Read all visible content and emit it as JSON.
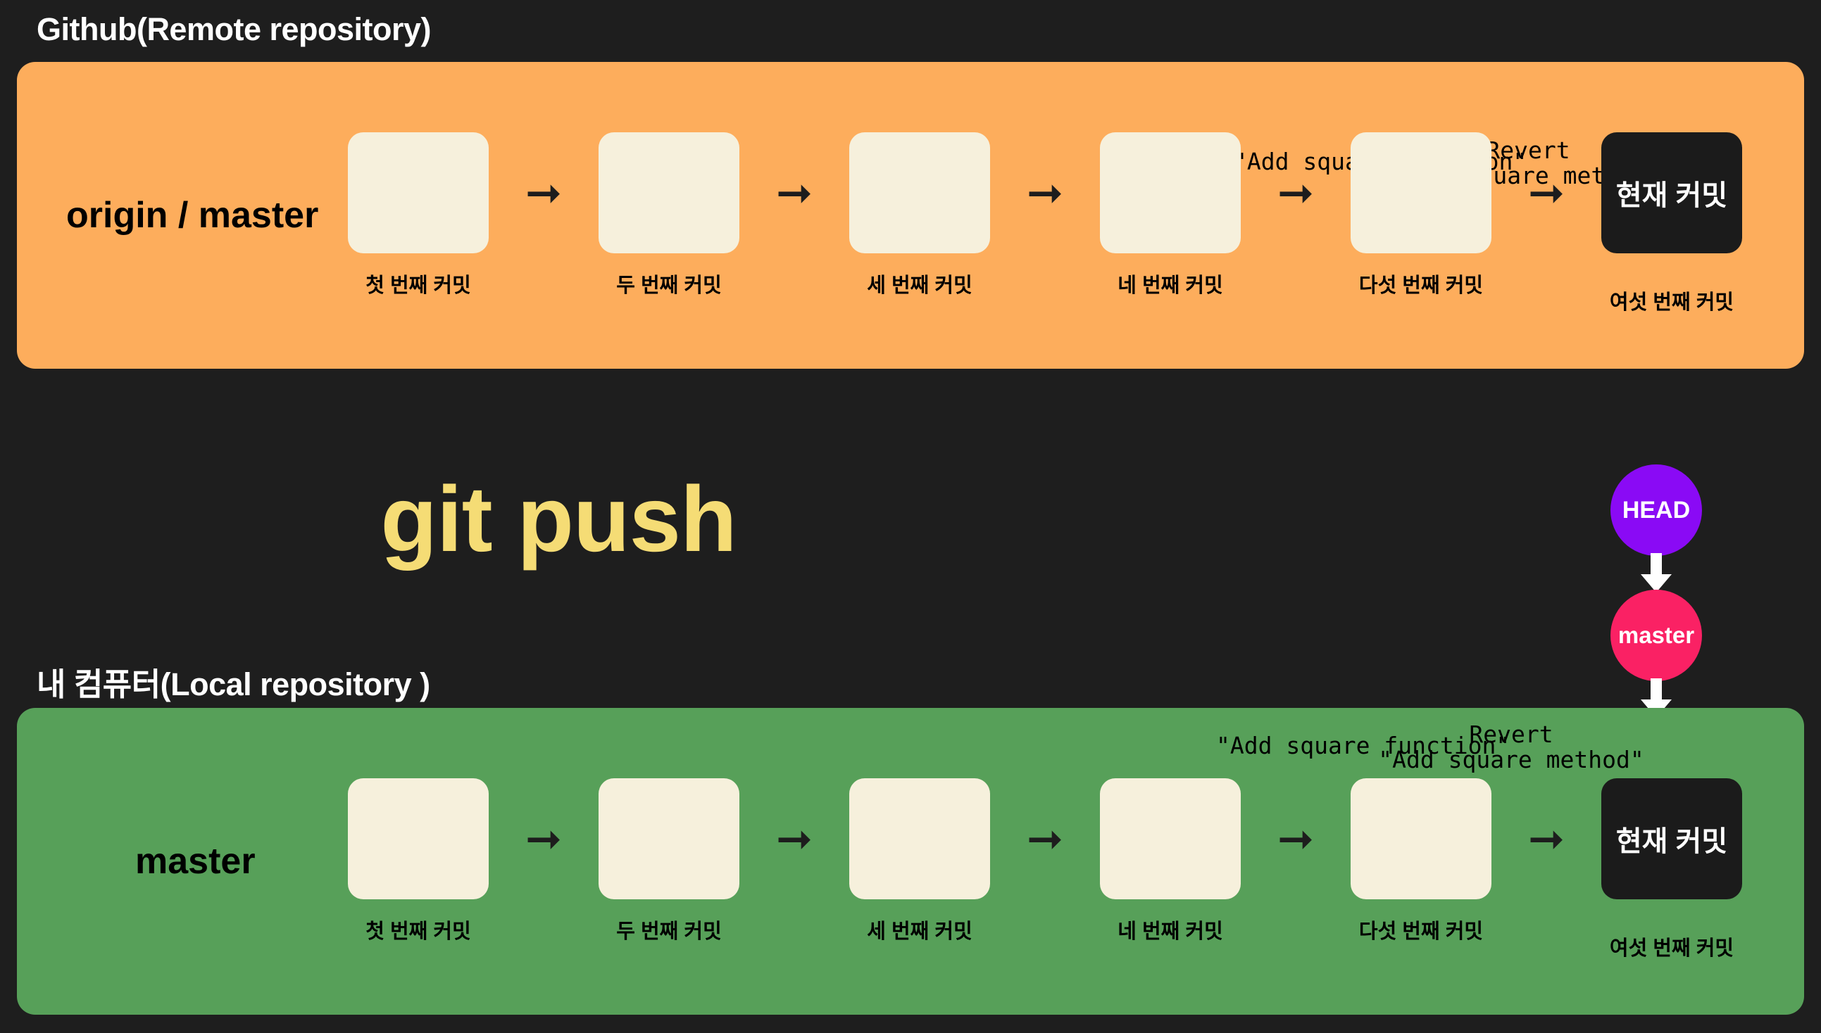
{
  "background_color": "#1e1e1e",
  "remote": {
    "title": "Github(Remote repository)",
    "panel_color": "#fdad5c",
    "branch_label": "origin / master",
    "messages": {
      "square_function": "\"Add square function\"",
      "revert_word": "Revert",
      "revert_target": "\"Add square method\""
    },
    "commits": [
      {
        "caption": "첫 번째 커밋",
        "current": false,
        "text": ""
      },
      {
        "caption": "두 번째 커밋",
        "current": false,
        "text": ""
      },
      {
        "caption": "세 번째 커밋",
        "current": false,
        "text": ""
      },
      {
        "caption": "네 번째 커밋",
        "current": false,
        "text": ""
      },
      {
        "caption": "다섯 번째 커밋",
        "current": false,
        "text": ""
      },
      {
        "caption": "여섯 번째 커밋",
        "current": true,
        "text": "현재 커밋"
      }
    ]
  },
  "local": {
    "title": "내 컴퓨터(Local repository )",
    "panel_color": "#57a059",
    "branch_label": "master",
    "messages": {
      "square_function": "\"Add square function\"",
      "revert_word": "Revert",
      "revert_target": "\"Add square method\""
    },
    "commits": [
      {
        "caption": "첫 번째 커밋",
        "current": false,
        "text": ""
      },
      {
        "caption": "두 번째 커밋",
        "current": false,
        "text": ""
      },
      {
        "caption": "세 번째 커밋",
        "current": false,
        "text": ""
      },
      {
        "caption": "네 번째 커밋",
        "current": false,
        "text": ""
      },
      {
        "caption": "다섯 번째 커밋",
        "current": false,
        "text": ""
      },
      {
        "caption": "여섯 번째 커밋",
        "current": true,
        "text": "현재 커밋"
      }
    ]
  },
  "command": {
    "label": "git push",
    "color": "#f5dc75"
  },
  "pointers": {
    "head": {
      "label": "HEAD",
      "color": "#8a0af5"
    },
    "master": {
      "label": "master",
      "color": "#fa2164"
    }
  },
  "glyphs": {
    "commit_arrow": "➞"
  }
}
